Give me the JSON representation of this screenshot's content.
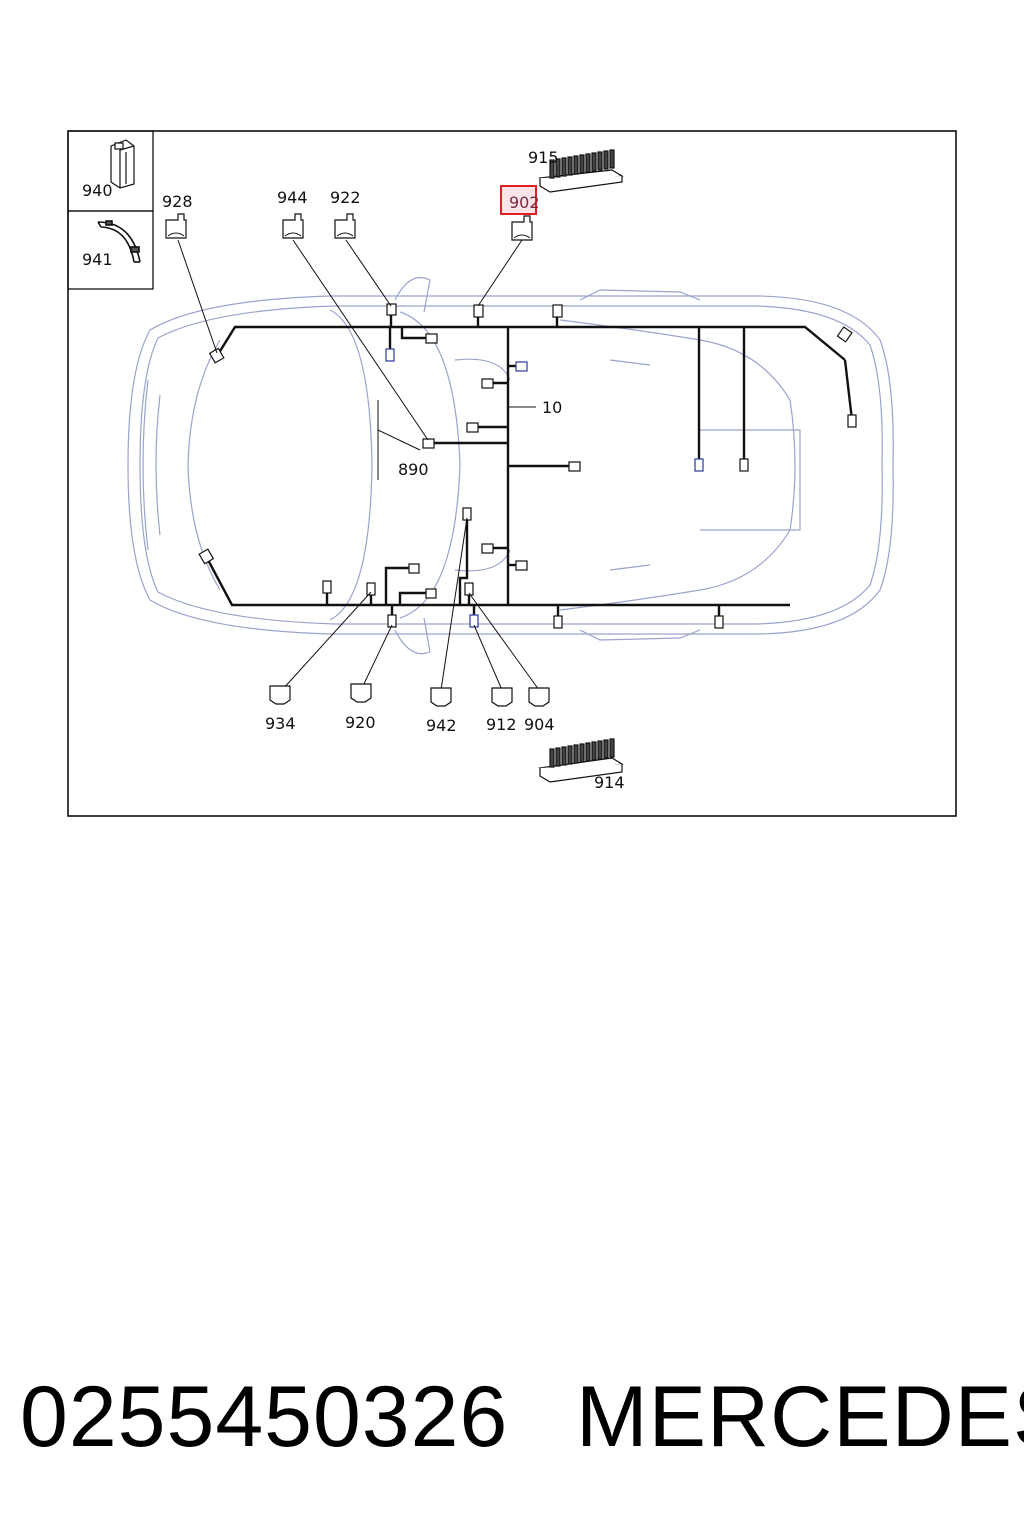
{
  "diagram": {
    "parts": {
      "p940": "940",
      "p941": "941",
      "p928": "928",
      "p944": "944",
      "p922": "922",
      "p902": "902",
      "p915": "915",
      "p10": "10",
      "p890": "890",
      "p934": "934",
      "p920": "920",
      "p942": "942",
      "p912": "912",
      "p904": "904",
      "p914": "914"
    },
    "highlighted_part": "902",
    "colors": {
      "highlight": "#e02020",
      "car_outline": "#9aa3cc",
      "harness": "#111111",
      "connector_blue": "#2a3a9a"
    }
  },
  "footer": {
    "part_number": "0255450326",
    "brand": "MERCEDES"
  }
}
